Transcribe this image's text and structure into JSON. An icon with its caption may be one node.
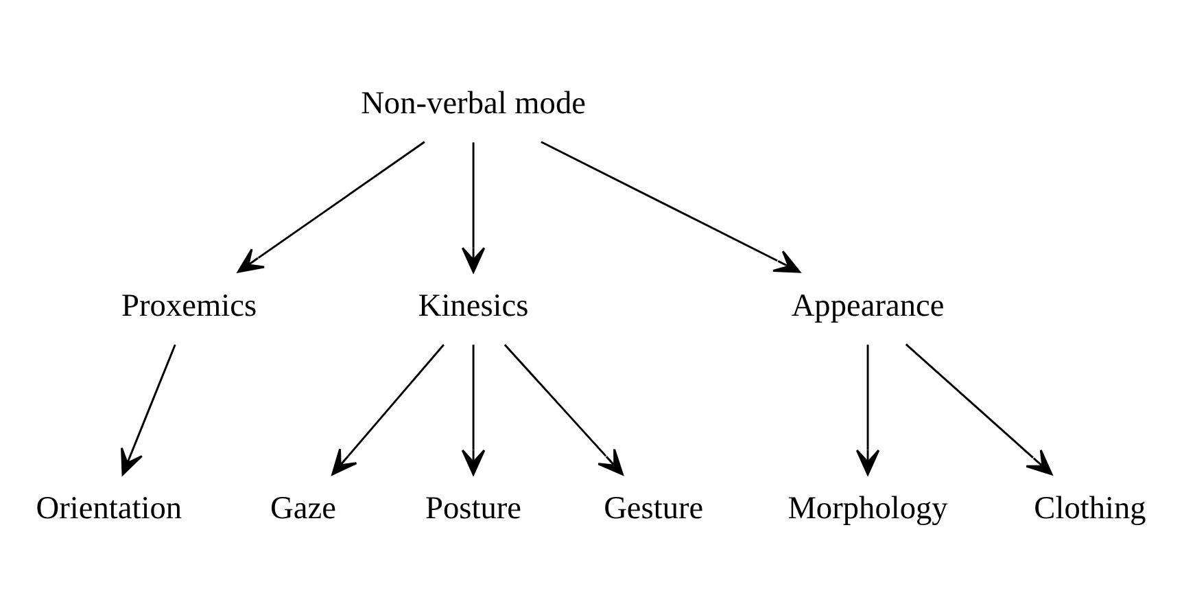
{
  "diagram": {
    "nodes": [
      {
        "text": [
          "Non-verbal mode"
        ]
      },
      {
        "text": [
          "Proxemics"
        ]
      },
      {
        "text": [
          "Kinesics"
        ]
      },
      {
        "text": [
          "Appearance"
        ]
      },
      {
        "text": [
          "Orientation"
        ]
      },
      {
        "text": [
          "Gaze"
        ]
      },
      {
        "text": [
          "Posture"
        ]
      },
      {
        "text": [
          "Gesture"
        ]
      },
      {
        "text": [
          "Morphology"
        ]
      },
      {
        "text": [
          "Clothing"
        ]
      }
    ],
    "edges": [
      {
        "from": 0,
        "to": 1,
        "arrow": "to"
      },
      {
        "from": 0,
        "to": 2,
        "arrow": "to"
      },
      {
        "from": 0,
        "to": 3,
        "arrow": "to"
      },
      {
        "from": 1,
        "to": 4,
        "arrow": "to"
      },
      {
        "from": 2,
        "to": 5,
        "arrow": "to"
      },
      {
        "from": 2,
        "to": 6,
        "arrow": "to"
      },
      {
        "from": 2,
        "to": 7,
        "arrow": "to"
      },
      {
        "from": 3,
        "to": 8,
        "arrow": "to"
      },
      {
        "from": 3,
        "to": 9,
        "arrow": "to"
      }
    ]
  }
}
